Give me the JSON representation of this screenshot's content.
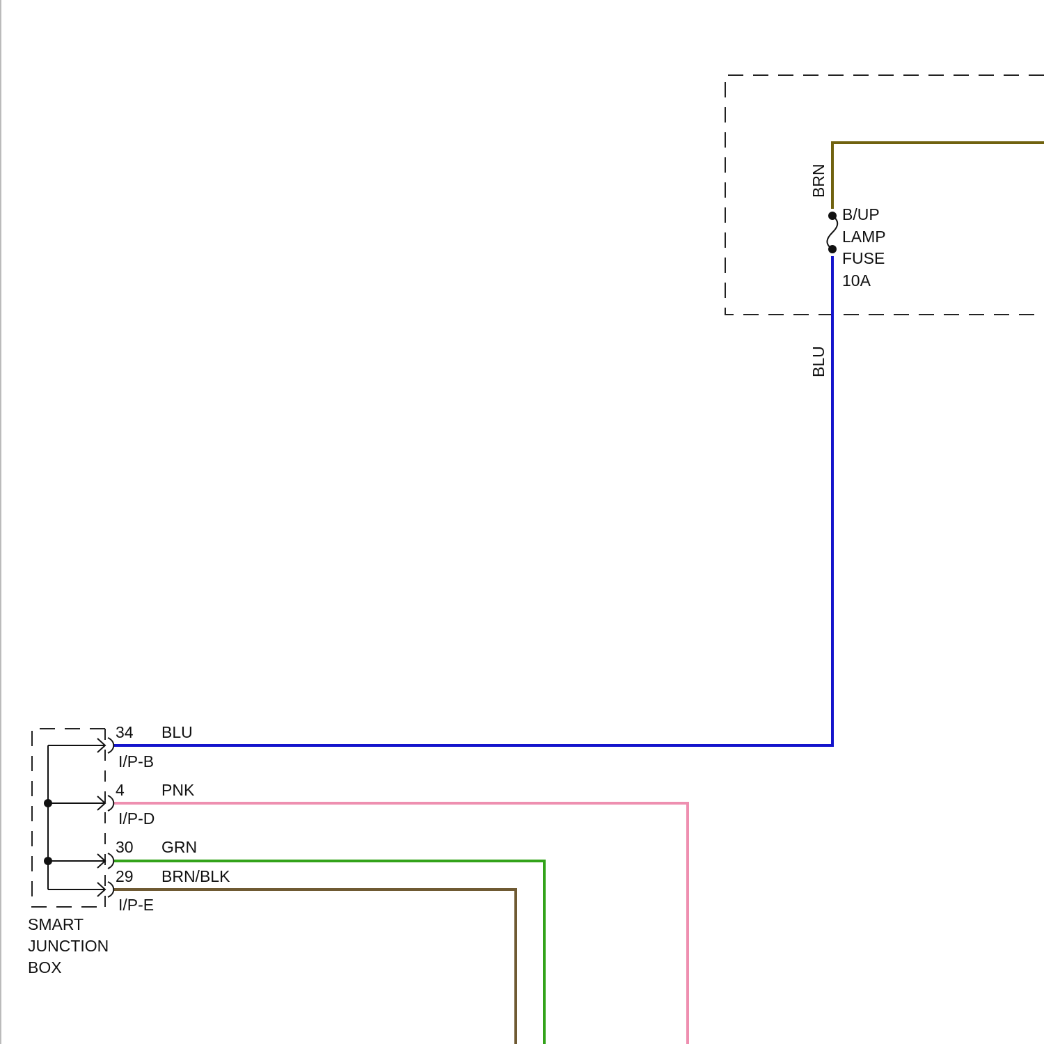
{
  "fuse_block": {
    "fuse_label_lines": [
      "B/UP",
      "LAMP",
      "FUSE",
      "10A"
    ],
    "input_wire_color": "BRN",
    "output_wire_color": "BLU"
  },
  "junction_box": {
    "name_lines": [
      "SMART",
      "JUNCTION",
      "BOX"
    ],
    "connectors": [
      "I/P-B",
      "I/P-D",
      "I/P-E"
    ]
  },
  "circuits": [
    {
      "pin": "34",
      "wire": "BLU",
      "hex": "#1414cc"
    },
    {
      "pin": "4",
      "wire": "PNK",
      "hex": "#ee8fb0"
    },
    {
      "pin": "30",
      "wire": "GRN",
      "hex": "#33a31a"
    },
    {
      "pin": "29",
      "wire": "BRN/BLK",
      "hex": "#6f5a33"
    }
  ],
  "wire_colors": {
    "BRN": "#70620f",
    "BLU": "#1414cc"
  }
}
